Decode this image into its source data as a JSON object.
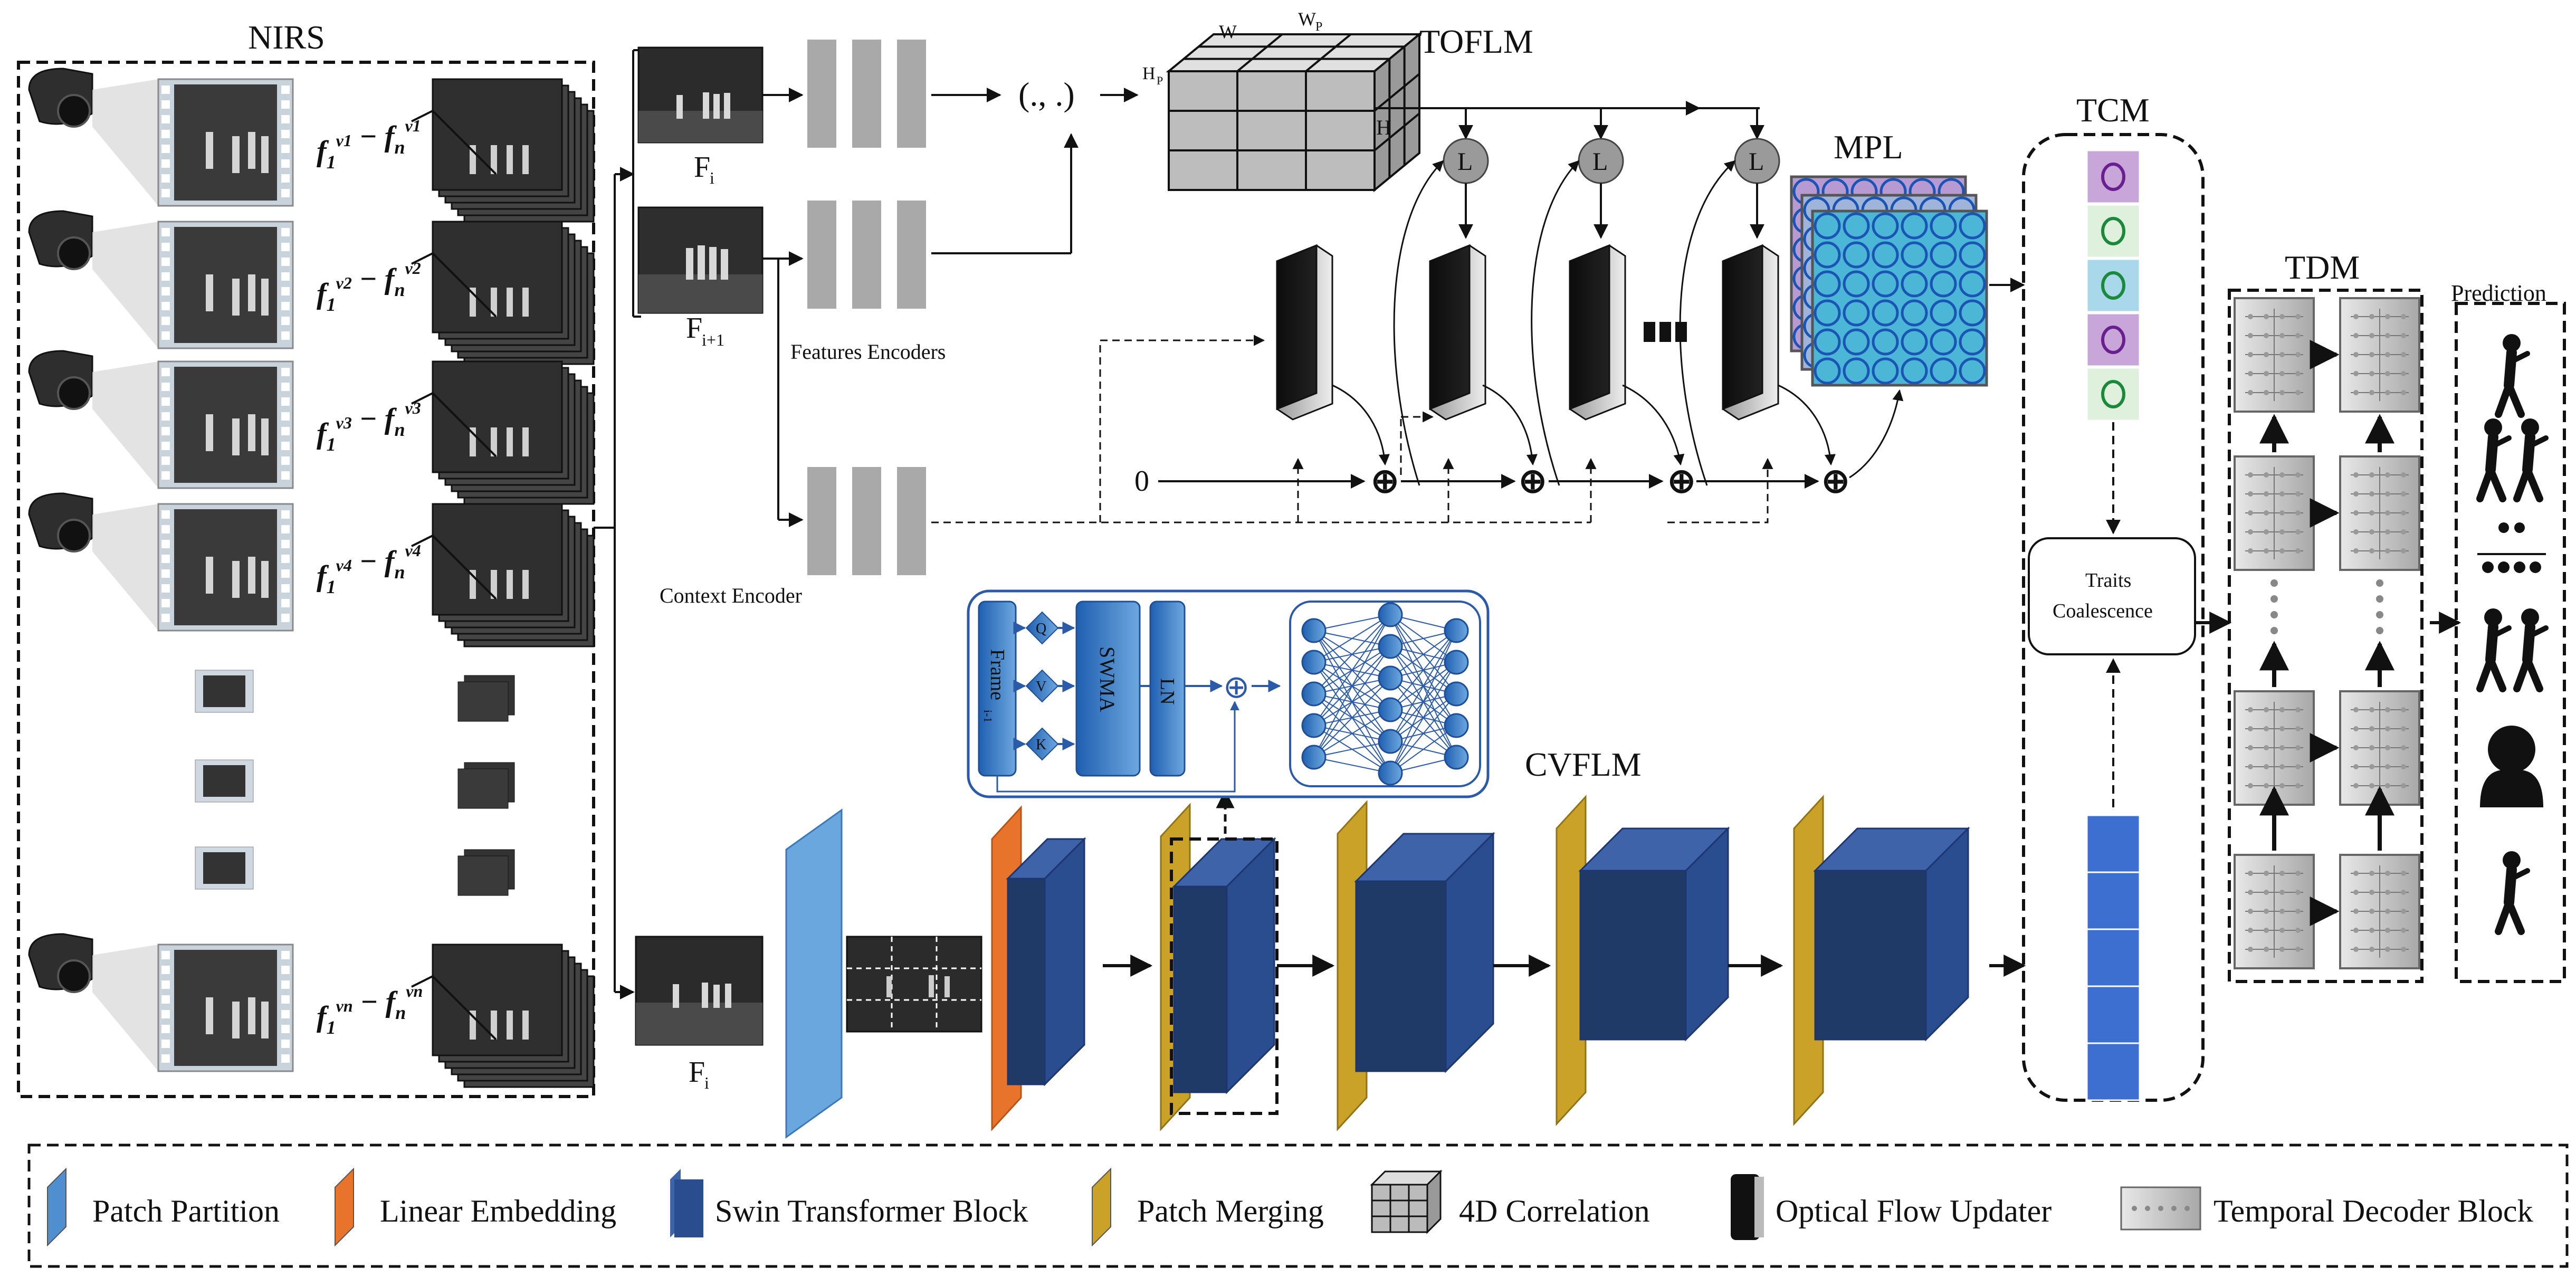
{
  "sections": {
    "nirs": "NIRS",
    "toflm": "TOFLM",
    "mpl": "MPL",
    "tcm": "TCM",
    "tdm": "TDM",
    "cvflm": "CVFLM",
    "prediction": "Prediction"
  },
  "nirs_ranges": [
    {
      "base": "f",
      "v": "v1"
    },
    {
      "base": "f",
      "v": "v2"
    },
    {
      "base": "f",
      "v": "v3"
    },
    {
      "base": "f",
      "v": "v4"
    },
    {
      "base": "f",
      "v": "vn"
    }
  ],
  "frames": {
    "fi_top": "F",
    "fi_top_sub": "i",
    "fi1": "F",
    "fi1_sub": "i+1",
    "fi_bottom": "F",
    "fi_bottom_sub": "i"
  },
  "toflm": {
    "features_encoders": "Features Encoders",
    "context_encoder": "Context Encoder",
    "inner_product": "(., .)",
    "cube_w": "W",
    "cube_wp": "W",
    "cube_wp_sub": "P",
    "cube_hp": "H",
    "cube_hp_sub": "P",
    "cube_h": "H",
    "lookup": "L",
    "zero": "0"
  },
  "tcm": {
    "traits_line1": "Traits",
    "traits_line2": "Coalescence",
    "token_colors": [
      "#c9a6d9",
      "#dff0dc",
      "#a9d8ea",
      "#c9a6d9",
      "#dff0dc"
    ]
  },
  "swin_block": {
    "frame": "Frame",
    "frame_sub": "i-1",
    "q": "Q",
    "v": "V",
    "k": "K",
    "swma": "SWMA",
    "ln": "LN"
  },
  "legend": [
    {
      "icon": "patch-partition-icon",
      "label": "Patch Partition",
      "color": "#4f8fcf"
    },
    {
      "icon": "linear-embedding-icon",
      "label": "Linear Embedding",
      "color": "#e8742c"
    },
    {
      "icon": "swin-transformer-block-icon",
      "label": "Swin Transformer Block",
      "color": "#2a4d8f"
    },
    {
      "icon": "patch-merging-icon",
      "label": "Patch Merging",
      "color": "#c9a227"
    },
    {
      "icon": "4d-correlation-icon",
      "label": "4D Correlation",
      "color": "#bbbbbb"
    },
    {
      "icon": "optical-flow-updater-icon",
      "label": "Optical Flow Updater",
      "color": "#111111"
    },
    {
      "icon": "temporal-decoder-block-icon",
      "label": "Temporal Decoder Block",
      "color": "#cccccc"
    }
  ]
}
